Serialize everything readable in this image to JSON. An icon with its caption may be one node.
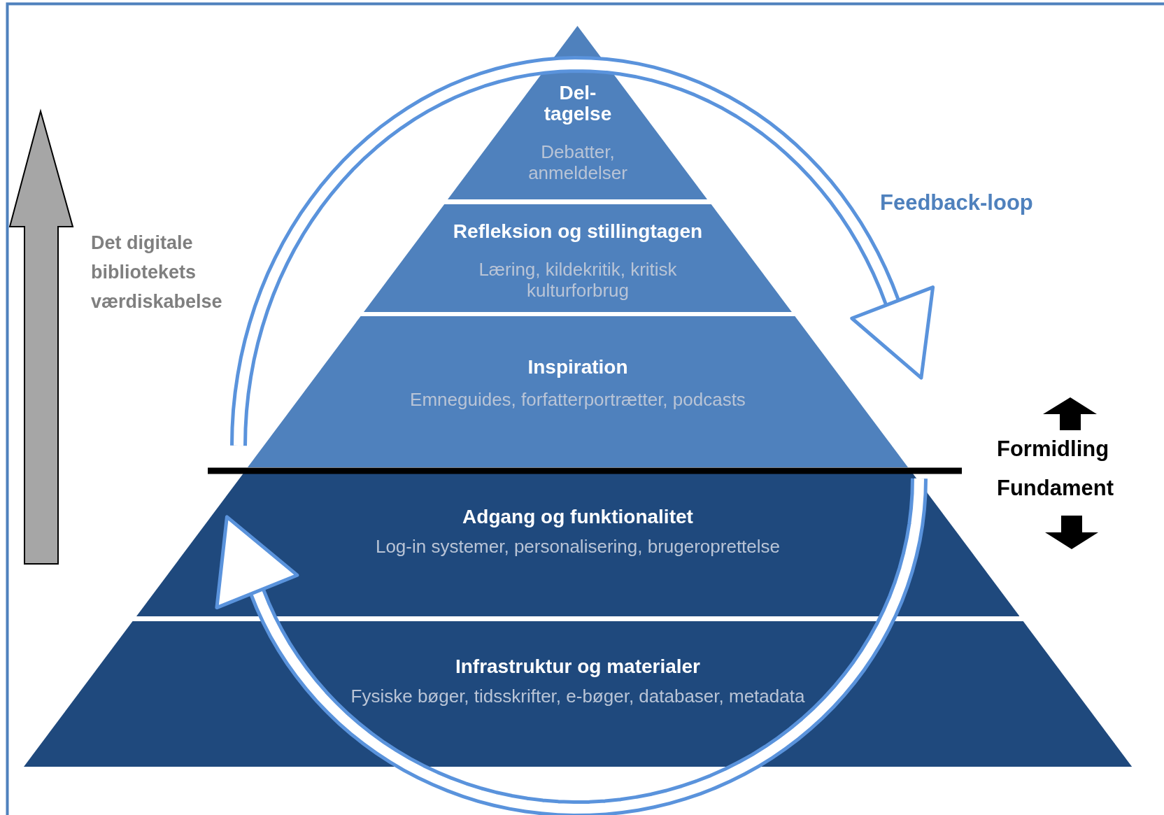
{
  "diagram": {
    "nodes": [
      {
        "text": [
          "Del- tagelse",
          "Debatter, anmeldelser"
        ]
      },
      {
        "text": [
          "Refleksion og stillingtagen",
          "Læring, kildekritik, kritisk kulturforbrug"
        ]
      },
      {
        "text": [
          "Inspiration",
          "Emneguides, forfatterportrætter, podcasts"
        ]
      },
      {
        "text": [
          "Adgang og funktionalitet",
          "Log-in systemer, personalisering, brugeroprettelse"
        ]
      },
      {
        "text": [
          "Infrastruktur og materialer",
          "Fysiske bøger, tidsskrifter, e-bøger, databaser, metadata"
        ]
      }
    ],
    "labels": [
      "Det digitale bibliotekets værdiskabelse",
      "Feedback-loop",
      "Formidling",
      "Fundament"
    ]
  }
}
